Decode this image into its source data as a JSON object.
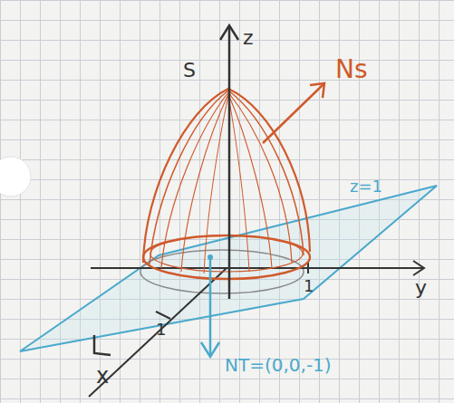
{
  "diagram": {
    "labels": [
      "z",
      "S",
      "Ns",
      "z=1",
      "y",
      "1",
      "1",
      "NT=(0,0,-1)",
      "x"
    ]
  }
}
